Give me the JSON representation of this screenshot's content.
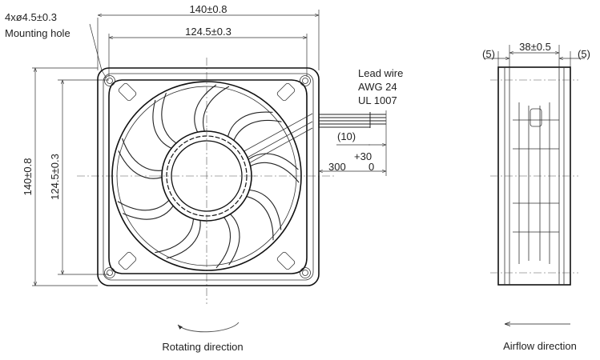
{
  "front_view": {
    "hole_spec": "4xø4.5±0.3",
    "hole_label": "Mounting hole",
    "outer_width": "140±0.8",
    "hole_pitch_width": "124.5±0.3",
    "outer_height": "140±0.8",
    "hole_pitch_height": "124.5±0.3",
    "lead_wire_title": "Lead wire",
    "lead_wire_awg": "AWG 24",
    "lead_wire_ul": "UL 1007",
    "strip_length": "(10)",
    "wire_length": "300",
    "wire_tol_plus": "+30",
    "wire_tol_minus": "0",
    "caption": "Rotating direction"
  },
  "side_view": {
    "depth": "38±0.5",
    "left_offset": "(5)",
    "right_offset": "(5)",
    "caption": "Airflow direction"
  }
}
